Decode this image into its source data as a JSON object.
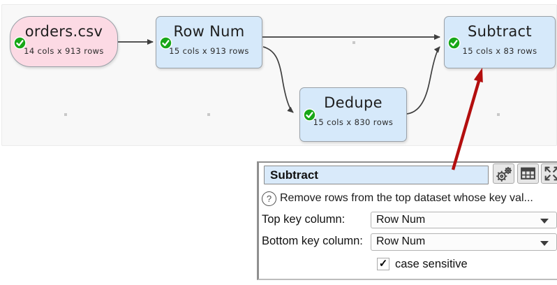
{
  "flow": {
    "nodes": [
      {
        "label": "orders.csv",
        "stats": "14 cols x 913 rows",
        "type": "input"
      },
      {
        "label": "Row Num",
        "stats": "15 cols x 913 rows",
        "type": "transform"
      },
      {
        "label": "Dedupe",
        "stats": "15 cols x 830 rows",
        "type": "transform"
      },
      {
        "label": "Subtract",
        "stats": "15 cols x 83 rows",
        "type": "transform"
      }
    ],
    "connections": [
      "orders.csv -> Row Num",
      "Row Num -> Subtract",
      "Row Num -> Dedupe",
      "Dedupe -> Subtract"
    ]
  },
  "panel": {
    "title": "Subtract",
    "help_glyph": "?",
    "description": "Remove rows from the top dataset whose key val...",
    "top_key_label": "Top key column:",
    "top_key_value": "Row Num",
    "bottom_key_label": "Bottom key column:",
    "bottom_key_value": "Row Num",
    "case_sensitive_label": "case sensitive",
    "case_sensitive_checked": true,
    "check_mark": "✓",
    "toolbar_icons": [
      "settings-gears",
      "table-view",
      "expand-maximize"
    ]
  },
  "colors": {
    "node_input_fill": "#fcdae4",
    "node_transform_fill": "#d6e9fa",
    "node_border": "#9aa1a8",
    "connector": "#3e3e3e",
    "status_ok_green": "#18a718",
    "annotation_arrow_red": "#b30e0e",
    "panel_title_fill": "#d9eafa",
    "canvas_bg": "#f8f8f8"
  }
}
